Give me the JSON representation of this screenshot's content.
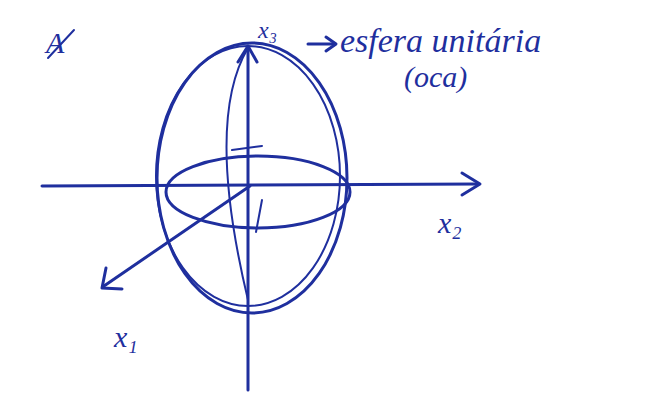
{
  "diagram": {
    "labels": [
      "A",
      "x₃",
      "esfera unitária",
      "(oca)",
      "x₂",
      "x₁"
    ]
  }
}
